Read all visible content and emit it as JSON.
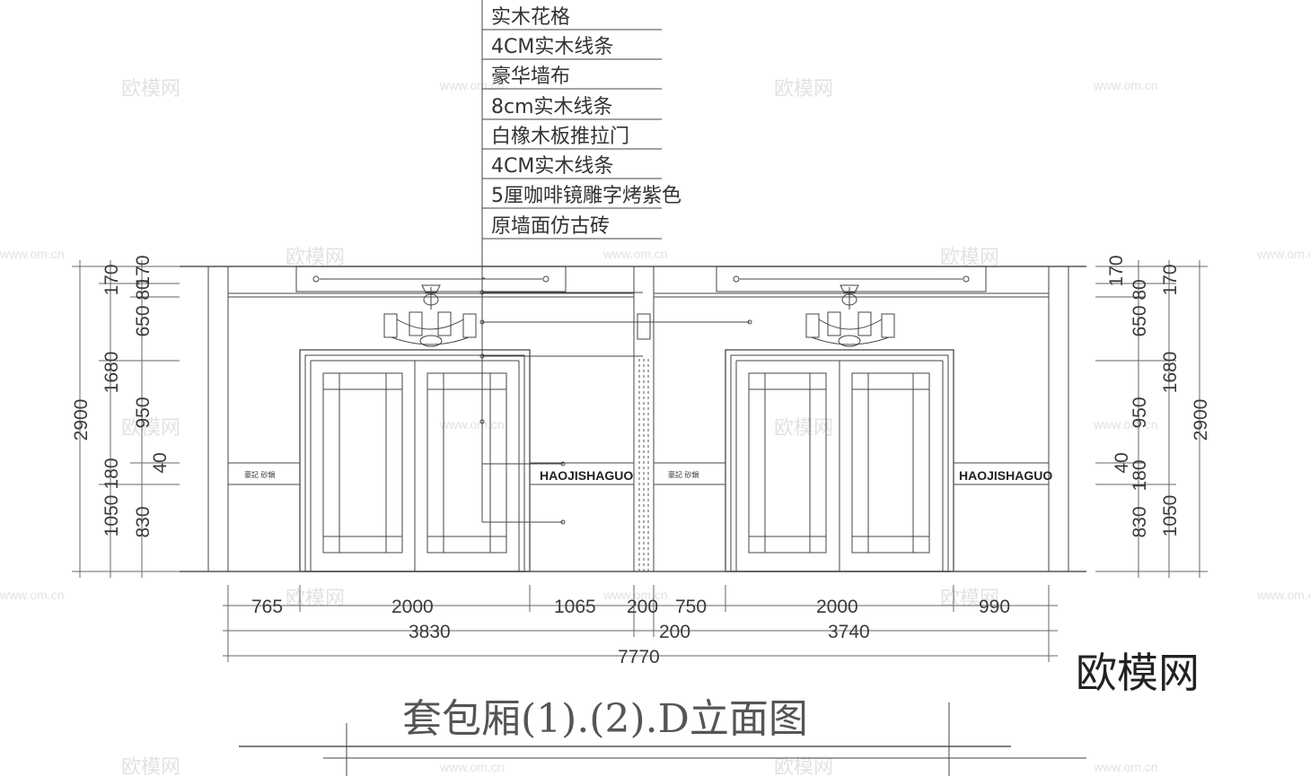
{
  "drawing": {
    "title": "套包厢(1).(2).D立面图",
    "brand": "欧模网"
  },
  "annotations": [
    "实木花格",
    "4CM实木线条",
    "豪华墙布",
    "8cm实木线条",
    "白橡木板推拉门",
    "4CM实木线条",
    "5厘咖啡镜雕字烤紫色",
    "原墙面仿古砖"
  ],
  "signage": {
    "text": "HAOJISHAGUO",
    "small_text": "豪記 砂鍋"
  },
  "dimensions": {
    "left_outer": [
      "2900"
    ],
    "left_mid": [
      "1680",
      "1050"
    ],
    "left_inner": [
      "170",
      "650",
      "950",
      "180",
      "830"
    ],
    "left_inner2": [
      "80",
      "40"
    ],
    "right_inner": [
      "170",
      "80",
      "650",
      "950",
      "40",
      "180",
      "830"
    ],
    "right_mid": [
      "170",
      "1680",
      "1050"
    ],
    "right_outer": [
      "2900"
    ],
    "bottom_row1": [
      "765",
      "2000",
      "1065",
      "200",
      "750",
      "2000",
      "990"
    ],
    "bottom_row2": [
      "3830",
      "200",
      "3740"
    ],
    "bottom_total": [
      "7770"
    ]
  },
  "watermark": {
    "text": "欧模网",
    "url": "www.om.cn"
  }
}
